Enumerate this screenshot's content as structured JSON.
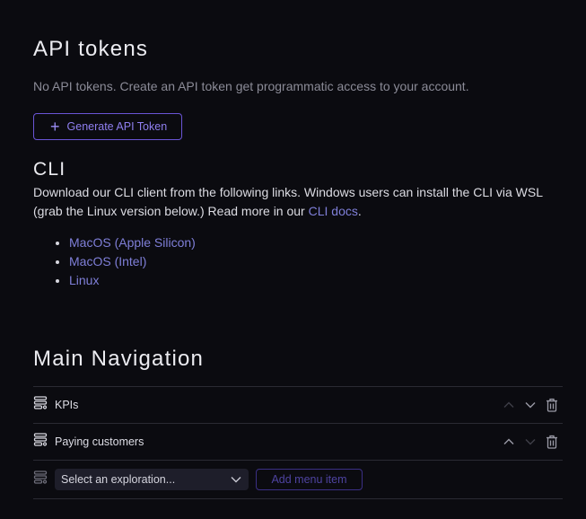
{
  "api_tokens": {
    "title": "API tokens",
    "empty_message": "No API tokens. Create an API token get programmatic access to your account.",
    "generate_button": {
      "icon": "plus-icon",
      "label": "Generate API Token"
    }
  },
  "cli": {
    "title": "CLI",
    "description_prefix": "Download our CLI client from the following links. Windows users can install the CLI via WSL (grab the Linux version below.) Read more in our ",
    "docs_link": "CLI docs",
    "description_suffix": ".",
    "downloads": [
      {
        "label": "MacOS (Apple Silicon)"
      },
      {
        "label": "MacOS (Intel)"
      },
      {
        "label": "Linux"
      }
    ]
  },
  "main_navigation": {
    "title": "Main Navigation",
    "items": [
      {
        "icon": "exploration-icon",
        "label": "KPIs",
        "move_up_enabled": false,
        "move_down_enabled": true
      },
      {
        "icon": "exploration-icon",
        "label": "Paying customers",
        "move_up_enabled": true,
        "move_down_enabled": false
      }
    ],
    "add_row": {
      "select_placeholder": "Select an exploration...",
      "add_button": "Add menu item"
    }
  },
  "colors": {
    "background": "#0b0b10",
    "accent": "#6a55d6",
    "link": "#7f7fd8",
    "muted_text": "#8b8b97"
  }
}
